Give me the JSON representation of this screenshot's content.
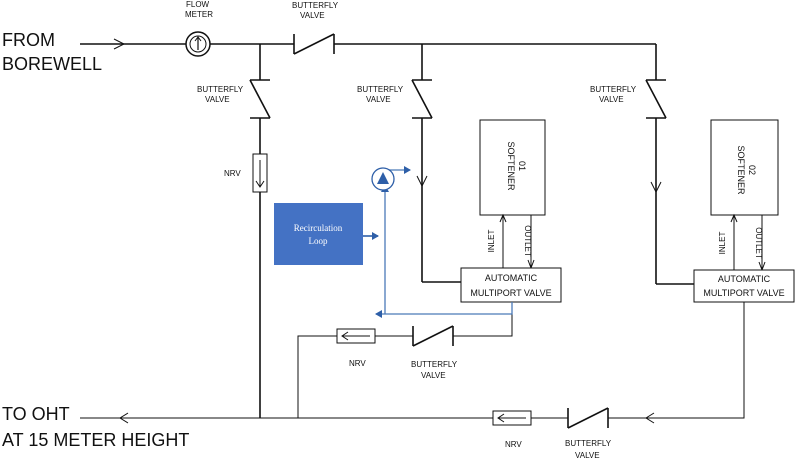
{
  "source": {
    "line1": "FROM",
    "line2": "BOREWELL"
  },
  "destination": {
    "line1": "TO OHT",
    "line2": "AT 15 METER HEIGHT"
  },
  "flow_meter": {
    "line1": "FLOW",
    "line2": "METER"
  },
  "butterfly_valve": {
    "line1": "BUTTERFLY",
    "line2": "VALVE"
  },
  "nrv": "NRV",
  "softeners": [
    {
      "line1": "SOFTENER",
      "line2": "01"
    },
    {
      "line1": "SOFTENER",
      "line2": "02"
    }
  ],
  "port_labels": {
    "inlet": "INLET",
    "outlet": "OUTLET"
  },
  "multiport_valve": {
    "line1": "AUTOMATIC",
    "line2": "MULTIPORT VALVE"
  },
  "recirculation": {
    "line1": "Recirculation",
    "line2": "Loop",
    "color": "#4472c4",
    "line_color": "#4a7ab8"
  }
}
